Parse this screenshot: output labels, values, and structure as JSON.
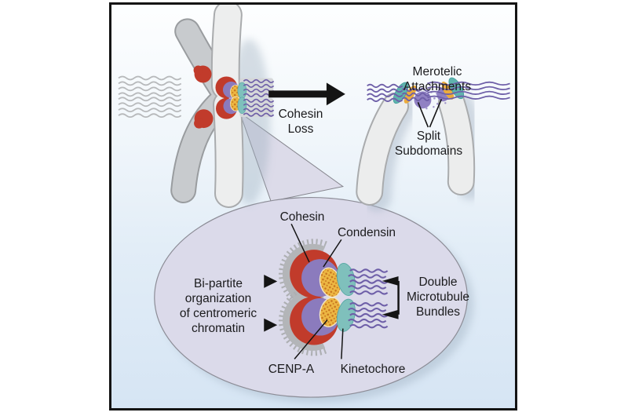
{
  "figure": {
    "panel_left": {
      "arrow_label": "Cohesin\nLoss"
    },
    "panel_right": {
      "title": "Merotelic Attachments",
      "split_label": "Split\nSubdomains"
    },
    "inset": {
      "cohesin_label": "Cohesin",
      "condensin_label": "Condensin",
      "bipartite_label": "Bi-partite\norganization\nof centromeric\nchromatin",
      "cenpa_label": "CENP-A",
      "kinetochore_label": "Kinetochore",
      "double_mt_label": "Double\nMicrotubule\nBundles"
    },
    "colors": {
      "cohesin_red": "#c13b2b",
      "condensin_purple": "#8b7bbd",
      "cenpa_yellow": "#ecb743",
      "cenpa_dot_orange": "#c8741f",
      "kinetochore_teal": "#7fc0bc",
      "attachment_teal": "#5fb3ae",
      "microtubule_purple": "#6e5fa8",
      "chromatin_gray": "#b0b2b5",
      "chromosome_gray_dark": "#c8cbce",
      "chromosome_gray_light": "#edeeee",
      "inset_background": "#dbdaea",
      "arrow_black": "#141414"
    }
  }
}
